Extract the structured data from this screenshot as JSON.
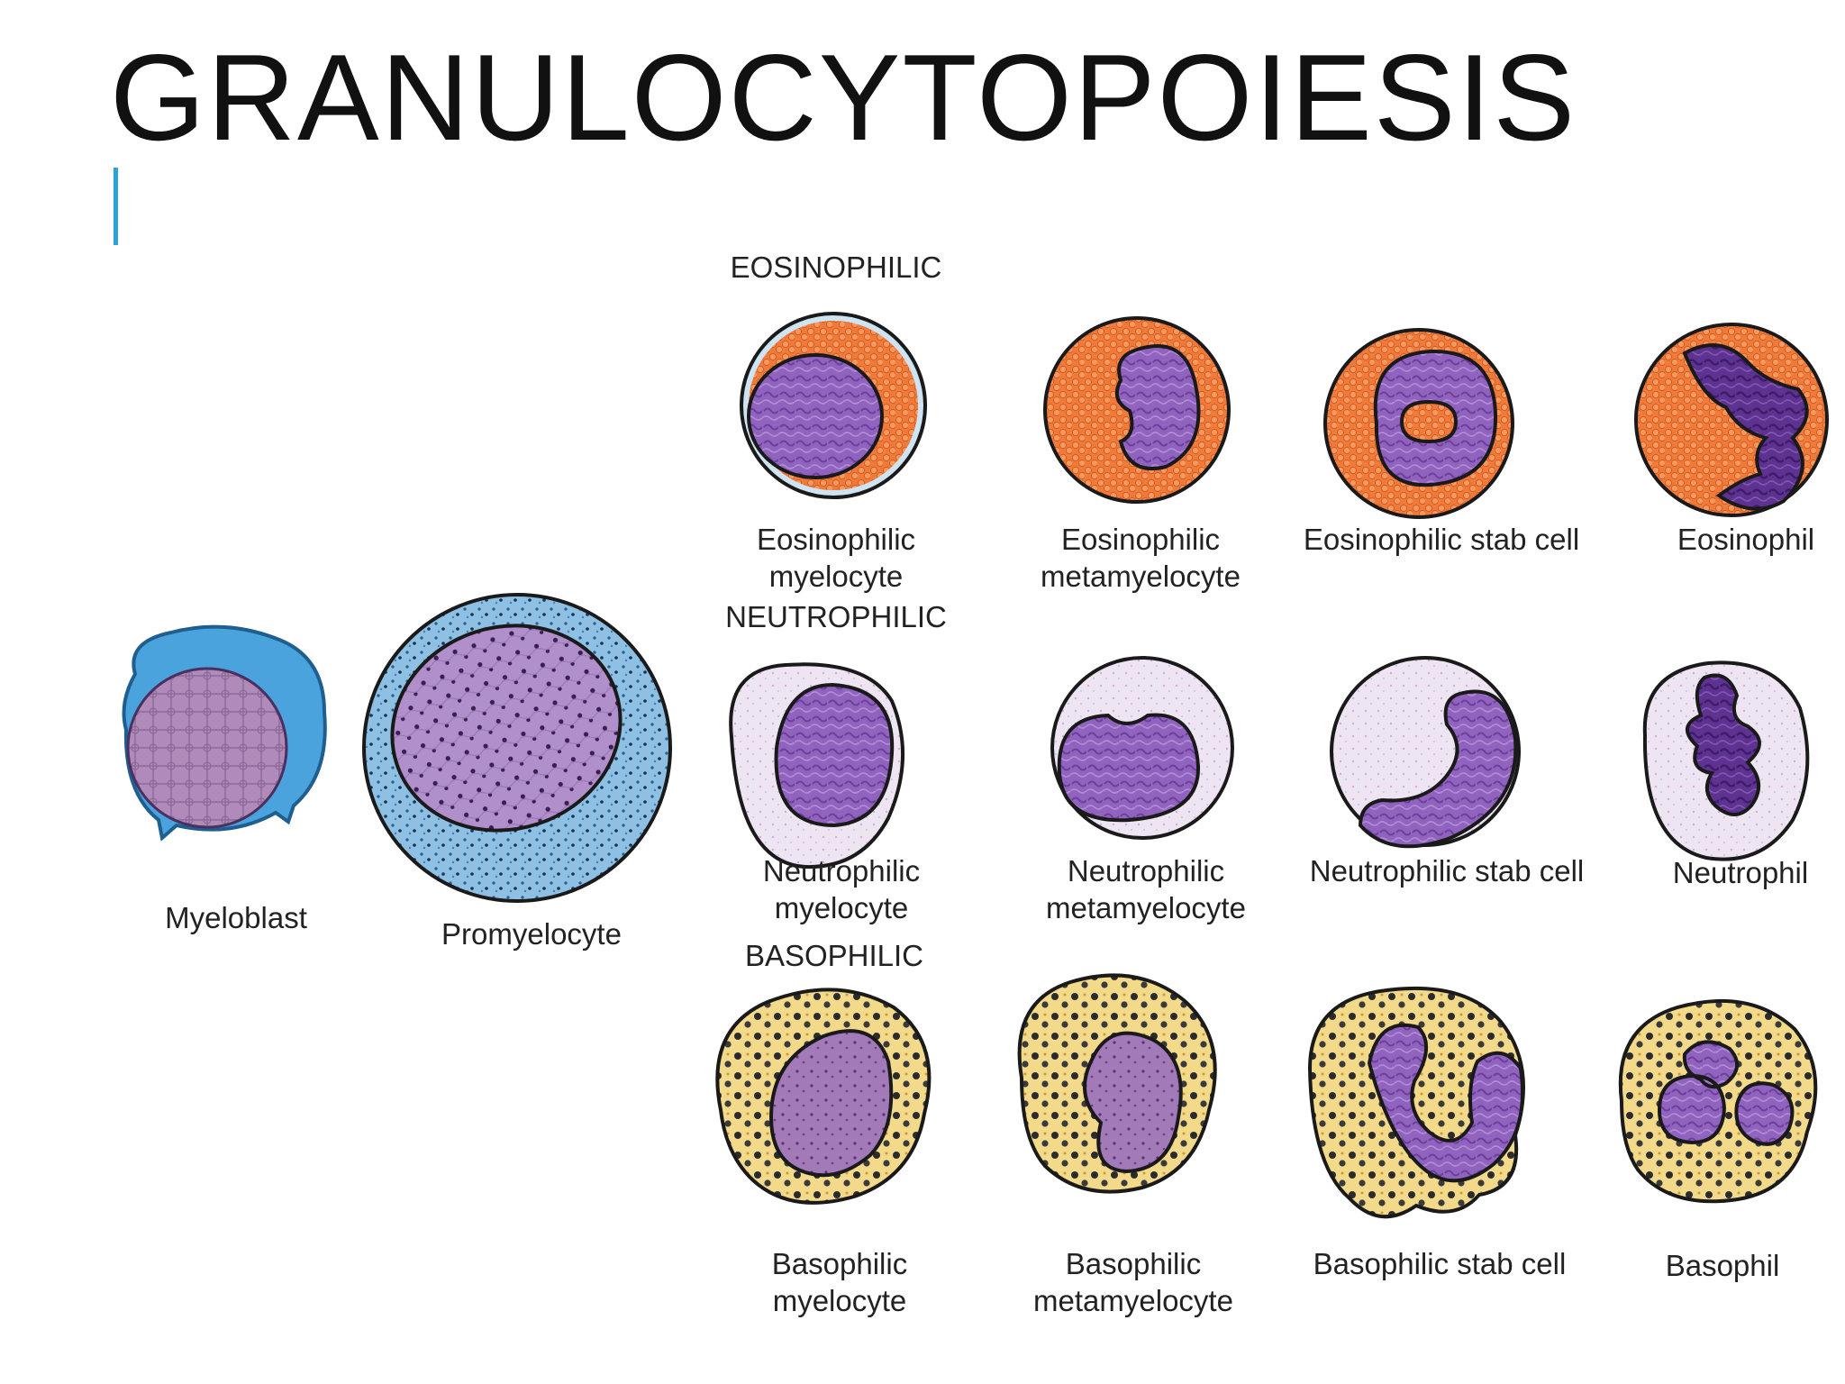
{
  "slide": {
    "title": "GRANULOCYTOPOIESIS",
    "accent_color": "#29a3d9"
  },
  "sections": {
    "eosinophilic": "EOSINOPHILIC",
    "neutrophilic": "NEUTROPHILIC",
    "basophilic": "BASOPHILIC"
  },
  "cells": {
    "myeloblast": "Myeloblast",
    "promyelocyte": "Promyelocyte",
    "eosinophilic_myelocyte": [
      "Eosinophilic",
      "myelocyte"
    ],
    "eosinophilic_metamyelocyte": [
      "Eosinophilic",
      "metamyelocyte"
    ],
    "eosinophilic_stab_cell": "Eosinophilic stab cell",
    "eosinophil": "Eosinophil",
    "neutrophilic_myelocyte": [
      "Neutrophilic",
      "myelocyte"
    ],
    "neutrophilic_metamyelocyte": [
      "Neutrophilic",
      "metamyelocyte"
    ],
    "neutrophilic_stab_cell": "Neutrophilic stab cell",
    "neutrophil": "Neutrophil",
    "basophilic_myelocyte": [
      "Basophilic",
      "myelocyte"
    ],
    "basophilic_metamyelocyte": [
      "Basophilic",
      "metamyelocyte"
    ],
    "basophilic_stab_cell": "Basophilic stab cell",
    "basophil": "Basophil"
  },
  "colors": {
    "eosinophil_granules": "#f07a3a",
    "neutrophil_cytoplasm": "#eadff0",
    "basophil_cytoplasm": "#f3d98a",
    "nucleus_purple": "#8a58b8",
    "nucleus_dark": "#5b2f8c",
    "myeloblast_cytoplasm": "#4aa3dc",
    "promyelocyte_cytoplasm": "#8ec0e4"
  }
}
